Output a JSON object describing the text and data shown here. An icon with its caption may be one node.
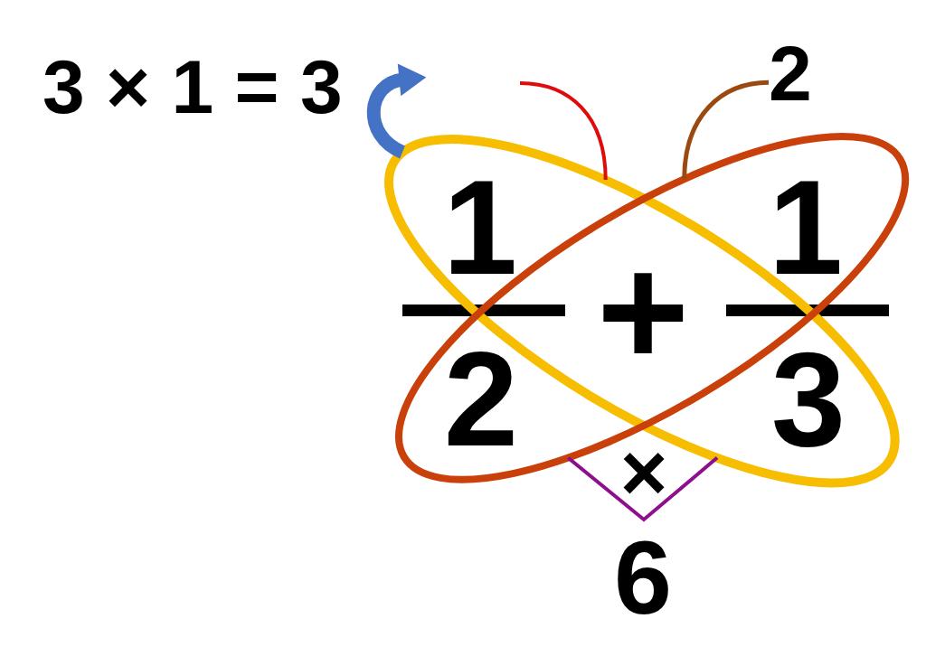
{
  "diagram": {
    "nodes": [
      {
        "text": [
          "2"
        ]
      },
      {
        "text": [
          "1",
          "3"
        ]
      },
      {
        "text": [
          "1",
          "2"
        ]
      }
    ],
    "edges": [
      {
        "from": 1,
        "to": null,
        "arrow": "to",
        "style": "thick",
        "color": "#4472c4"
      },
      {
        "from": 1,
        "to": null,
        "arrow": "none",
        "color": "#e00b0b"
      },
      {
        "from": 2,
        "to": 0,
        "arrow": "none",
        "color": "#9a4a10"
      },
      {
        "from": 2,
        "to": 1,
        "arrow": "none",
        "label": "×",
        "color": "#8e0e8e"
      }
    ],
    "labels": [
      "3 × 1 = 3",
      "+",
      "6"
    ]
  }
}
